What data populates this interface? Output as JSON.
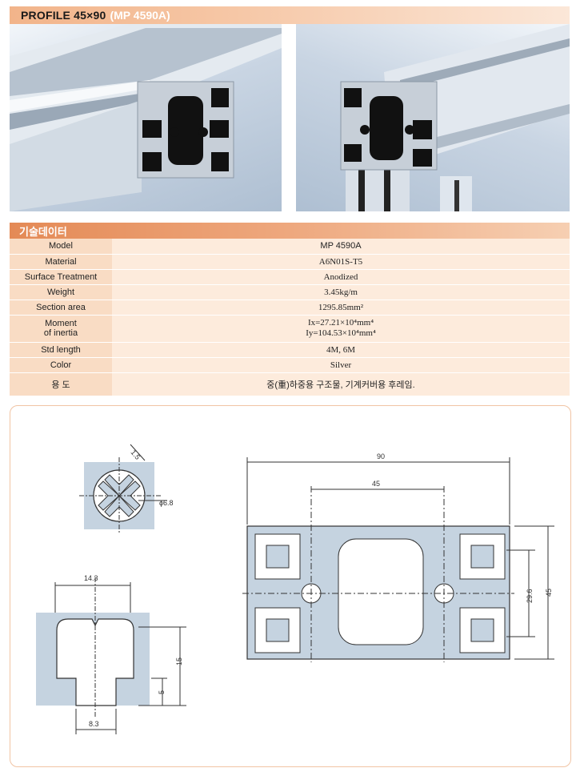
{
  "header": {
    "profile_label": "PROFILE 45×90",
    "model_code": "(MP 4590A)"
  },
  "specs": {
    "section_title": "기술데이터",
    "rows": {
      "model": {
        "label": "Model",
        "value": "MP 4590A"
      },
      "material": {
        "label": "Material",
        "value": "A6N01S-T5"
      },
      "surface": {
        "label": "Surface Treatment",
        "value": "Anodized"
      },
      "weight": {
        "label": "Weight",
        "value": "3.45kg/m"
      },
      "section_area": {
        "label": "Section area",
        "value": "1295.85mm²"
      },
      "inertia": {
        "label_line1": "Moment",
        "label_line2": "of inertia",
        "ix": "Ix=27.21×10⁴mm⁴",
        "iy": "Iy=104.53×10⁴mm⁴"
      },
      "std_length": {
        "label": "Std length",
        "value": "4M, 6M"
      },
      "color": {
        "label": "Color",
        "value": "Silver"
      },
      "usage": {
        "label": "용 도",
        "value": "중(重)하중용 구조물, 기계커버용 후레임."
      }
    }
  },
  "drawing": {
    "dims": {
      "d_1_5": "1.5",
      "d_phi": "ϕ6.8",
      "d_14_3": "14.3",
      "d_15": "15",
      "d_5": "5",
      "d_8_3": "8.3",
      "d_90": "90",
      "d_45_top": "45",
      "d_29_6": "29.6",
      "d_45_side": "45"
    }
  },
  "colors": {
    "title_bar": "#f2b48a",
    "spec_header": "#e48a56",
    "label_cell": "#f9dcc4",
    "value_cell": "#fdebdc",
    "profile_fill": "#c5d3e0"
  }
}
